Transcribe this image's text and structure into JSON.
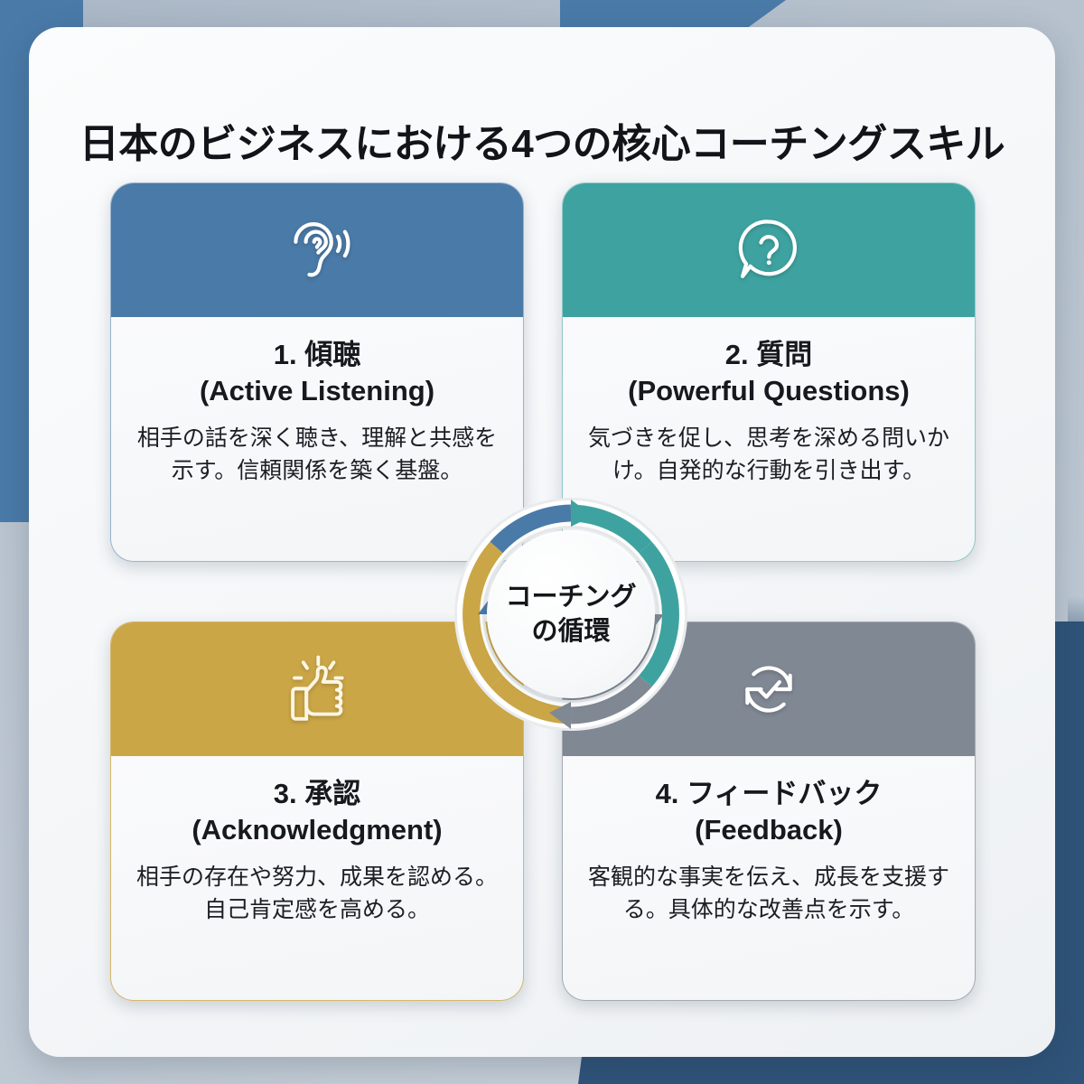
{
  "page": {
    "title": "日本のビジネスにおける4つの核心コーチングスキル"
  },
  "hub": {
    "label": "コーチング\nの循環",
    "arc_colors": [
      "#4a7aa8",
      "#3ea3a0",
      "#808894",
      "#cba646"
    ]
  },
  "cards": [
    {
      "icon": "ear-listening-icon",
      "accent": "#4a7aa8",
      "title": "1. 傾聴\n(Active Listening)",
      "desc": "相手の話を深く聴き、理解と共感を示す。信頼関係を築く基盤。"
    },
    {
      "icon": "question-speech-bubble-icon",
      "accent": "#3ea3a0",
      "title": "2. 質問\n(Powerful Questions)",
      "desc": "気づきを促し、思考を深める問いかけ。自発的な行動を引き出す。"
    },
    {
      "icon": "thumbs-up-sparkle-icon",
      "accent": "#cba646",
      "title": "3. 承認\n(Acknowledgment)",
      "desc": "相手の存在や努力、成果を認める。自己肯定感を高める。"
    },
    {
      "icon": "refresh-check-cycle-icon",
      "accent": "#808894",
      "title": "4. フィードバック\n(Feedback)",
      "desc": "客観的な事実を伝え、成長を支援する。具体的な改善点を示す。"
    }
  ]
}
